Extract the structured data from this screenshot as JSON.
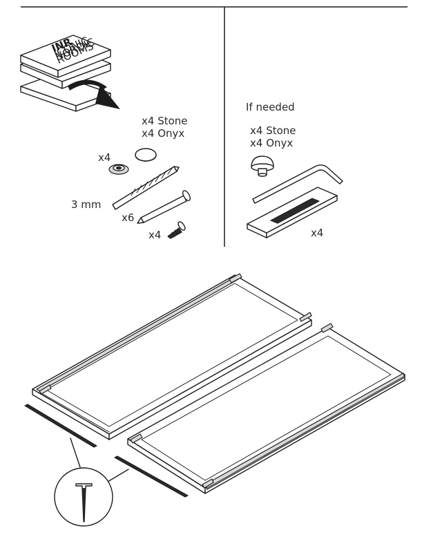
{
  "box": {
    "logo": "INR",
    "logo_lines": [
      "ICONIC",
      "NORDIC",
      "ROOMS"
    ]
  },
  "parts": {
    "caps_label": "x4 Stone\nx4 Onyx",
    "washer_qty": "x4",
    "drill_label": "3 mm",
    "pin_qty": "x6",
    "screw_qty": "x4"
  },
  "optional": {
    "header": "If needed",
    "caps_label": "x4 Stone\nx4 Onyx",
    "bracket_qty": "x4"
  },
  "colors": {
    "line": "#1c1c1c",
    "fill_light": "#d9d9d9",
    "fill_dark": "#2b2b2b"
  }
}
